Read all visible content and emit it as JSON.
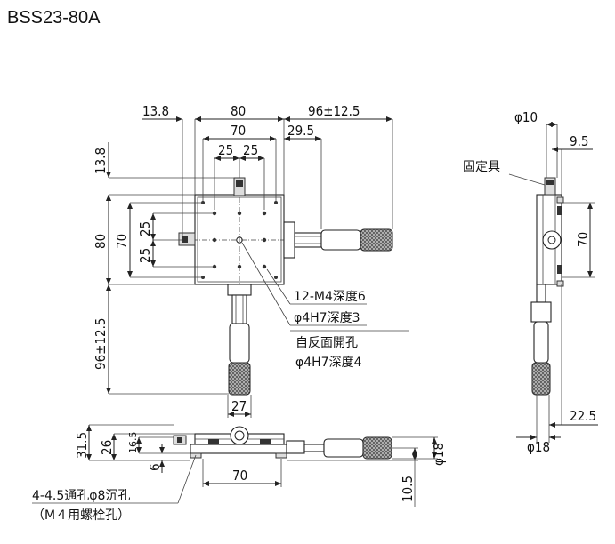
{
  "title": "BSS23-80A",
  "labels": {
    "fix_tool": "固定具",
    "tap_holes": "12-M4深度6",
    "pin_hole": "φ4H7深度3",
    "back_side": "自反面開孔",
    "pin_hole_back": "φ4H7深度4",
    "mount_holes": "4-4.5通孔φ8沉孔",
    "mount_bolts": "（M４用螺栓孔）"
  },
  "dims": {
    "top_13_8": "13.8",
    "top_80": "80",
    "top_70": "70",
    "top_25a": "25",
    "top_25b": "25",
    "top_96": "96±12.5",
    "top_29_5": "29.5",
    "left_13_8": "13.8",
    "left_80": "80",
    "left_70": "70",
    "left_25a": "25",
    "left_25b": "25",
    "left_96": "96±12.5",
    "bottom_27": "27",
    "side_10": "φ10",
    "side_9_5": "9.5",
    "side_70": "70",
    "side_22_5": "22.5",
    "side_18": "φ18",
    "front_31_5": "31.5",
    "front_26": "26",
    "front_16_5": "16.5",
    "front_6": "6",
    "front_70": "70",
    "front_10_5": "10.5",
    "front_18": "φ18"
  }
}
